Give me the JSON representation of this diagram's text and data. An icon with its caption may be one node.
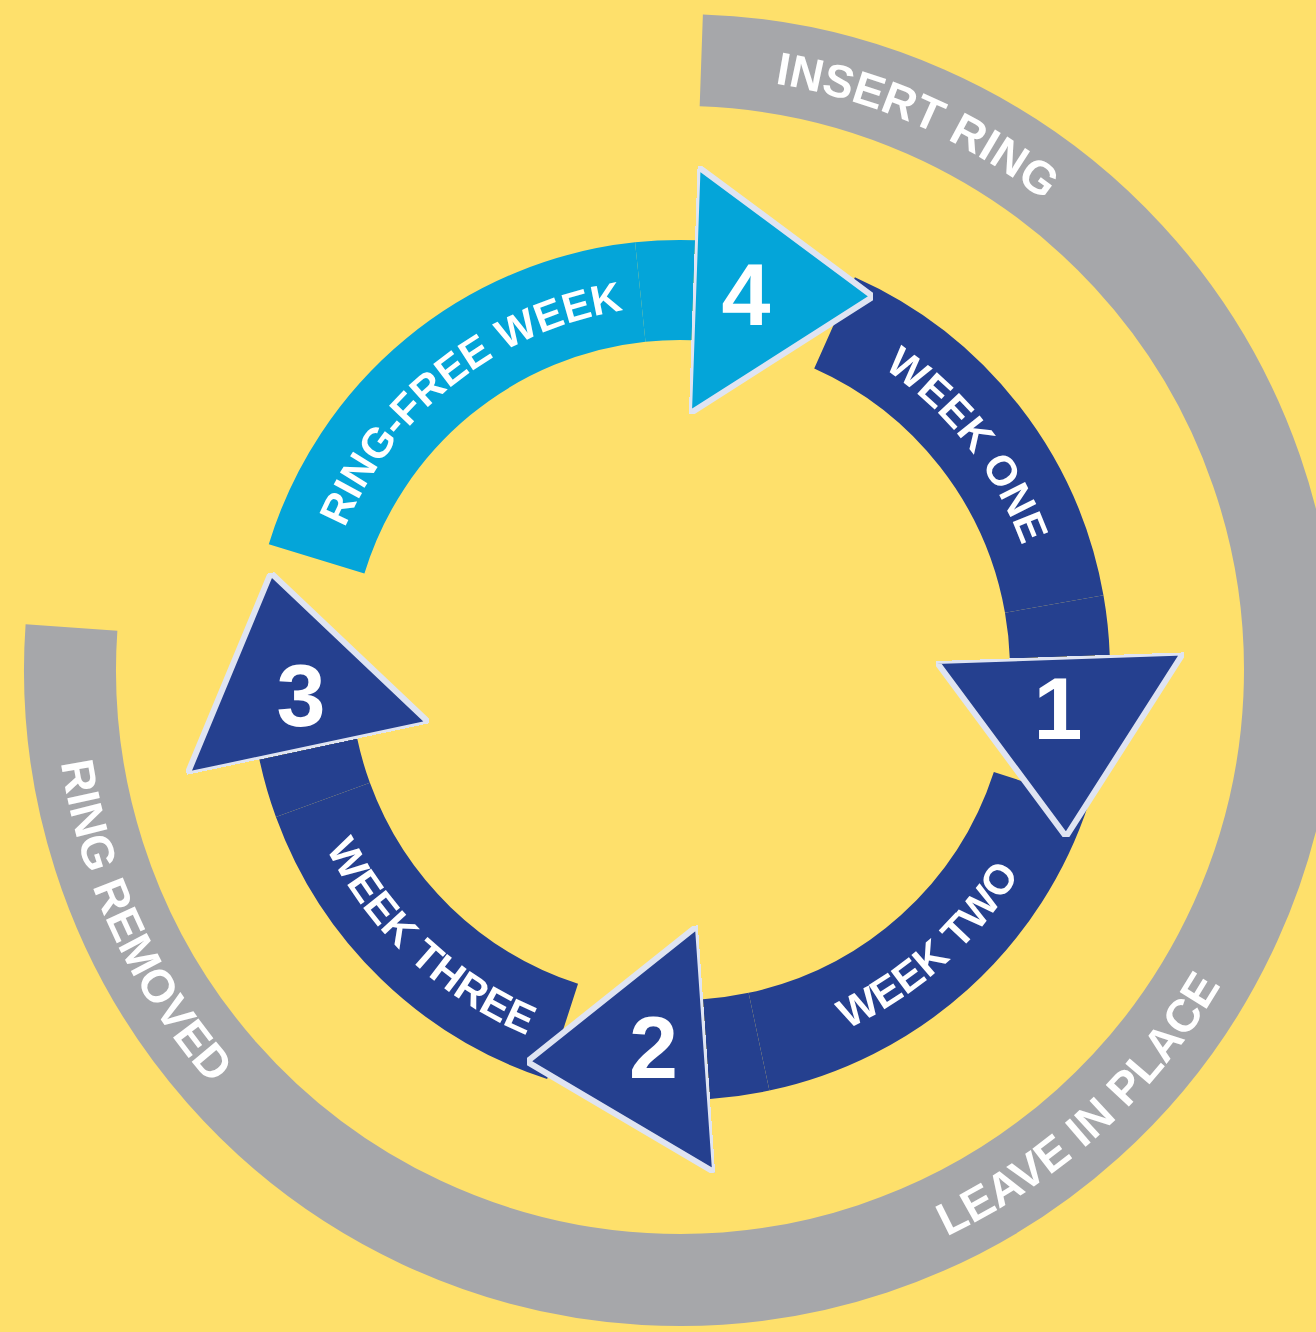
{
  "diagram": {
    "nodes": [
      {
        "text": [
          "RING-FREE WEEK"
        ]
      },
      {
        "text": [
          "WEEK ONE"
        ]
      },
      {
        "text": [
          "WEEK TWO"
        ]
      },
      {
        "text": [
          "WEEK THREE"
        ]
      }
    ],
    "edges": [
      {
        "from": 0,
        "to": 1,
        "arrow": "to",
        "label": "4",
        "color": "#04a5d9"
      },
      {
        "from": 1,
        "to": 2,
        "arrow": "to",
        "label": "1"
      },
      {
        "from": 2,
        "to": 3,
        "arrow": "to",
        "label": "2"
      },
      {
        "from": 3,
        "to": 0,
        "arrow": "to",
        "label": "3"
      }
    ],
    "labels": [
      "INSERT RING",
      "LEAVE IN PLACE",
      "RING REMOVED"
    ]
  }
}
